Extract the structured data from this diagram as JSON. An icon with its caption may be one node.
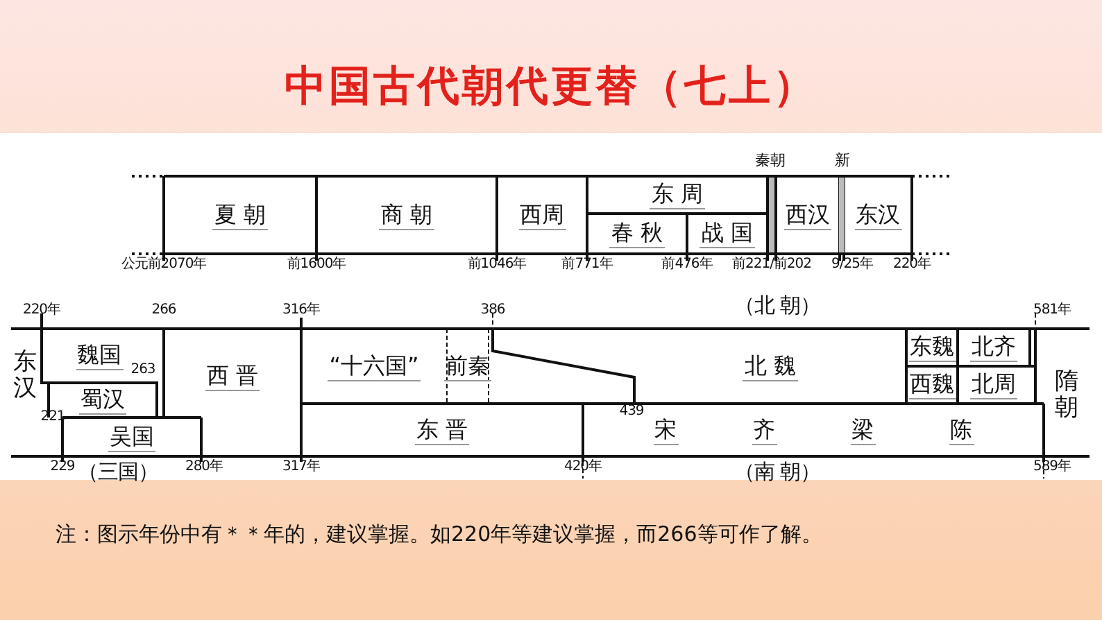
{
  "diagram": {
    "title": "中国古代朝代更替（七上）",
    "nodes": [
      {
        "text": [
          "夏 朝"
        ]
      },
      {
        "text": [
          "商 朝"
        ]
      },
      {
        "text": [
          "西周"
        ]
      },
      {
        "text": [
          "东 周"
        ]
      },
      {
        "text": [
          "春 秋"
        ]
      },
      {
        "text": [
          "战 国"
        ]
      },
      {
        "text": [
          "秦朝"
        ]
      },
      {
        "text": [
          "西汉"
        ]
      },
      {
        "text": [
          "新"
        ]
      },
      {
        "text": [
          "东汉"
        ]
      },
      {
        "text": [
          "东汉"
        ]
      },
      {
        "text": [
          "魏国"
        ]
      },
      {
        "text": [
          "蜀汉"
        ]
      },
      {
        "text": [
          "吴国"
        ]
      },
      {
        "text": [
          "西 晋"
        ]
      },
      {
        "text": [
          "“十六国”"
        ]
      },
      {
        "text": [
          "前秦"
        ]
      },
      {
        "text": [
          "北 魏"
        ]
      },
      {
        "text": [
          "东魏"
        ]
      },
      {
        "text": [
          "北齐"
        ]
      },
      {
        "text": [
          "西魏"
        ]
      },
      {
        "text": [
          "北周"
        ]
      },
      {
        "text": [
          "东 晋"
        ]
      },
      {
        "text": [
          "宋",
          "齐",
          "梁",
          "陈"
        ]
      },
      {
        "text": [
          "隋朝"
        ]
      }
    ],
    "labels": [
      "公元前2070年",
      "前1600年",
      "前1046年",
      "前771年",
      "前476年",
      "前221/前202",
      "9/25年",
      "220年",
      "220年",
      "266",
      "316年",
      "386",
      "（北 朝）",
      "581年",
      "263",
      "221",
      "439",
      "229",
      "（三国）",
      "280年",
      "317年",
      "420年",
      "（南 朝）",
      "589年",
      "注：图示年份中有＊＊年的，建议掌握。如220年等建议掌握，而266等可作了解。"
    ]
  }
}
